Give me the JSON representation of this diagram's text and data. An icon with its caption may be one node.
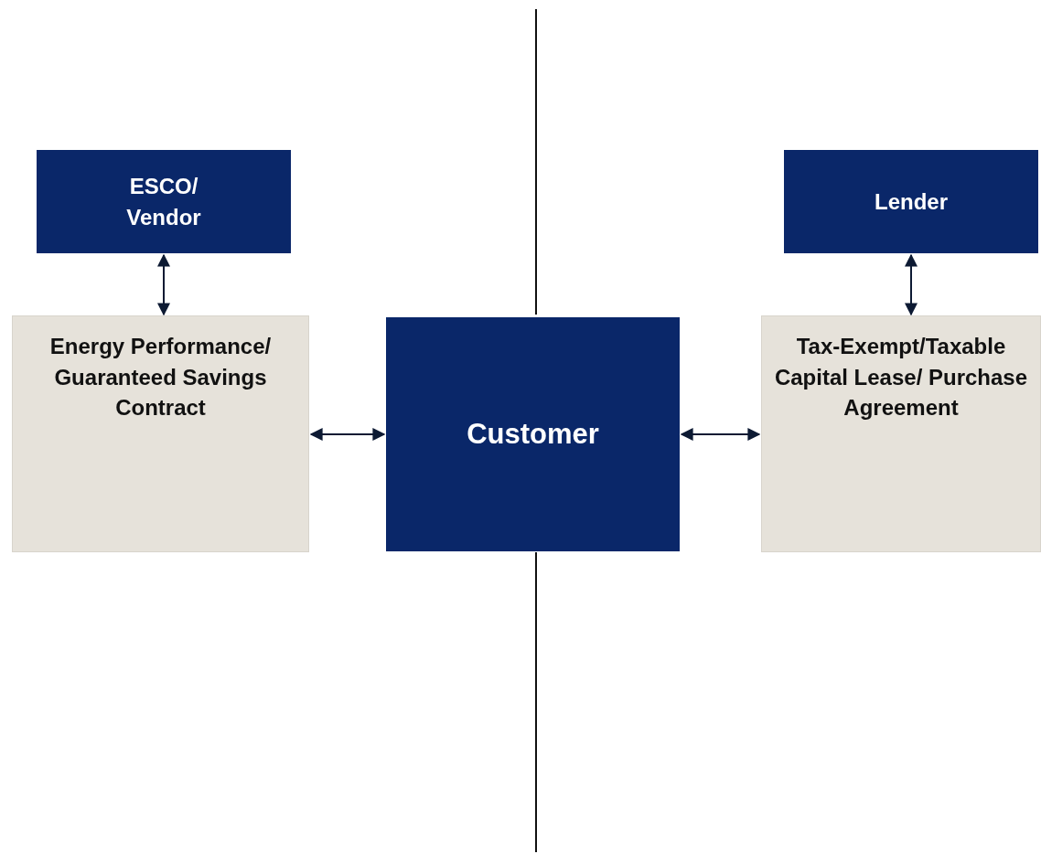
{
  "diagram": {
    "nodes": [
      {
        "text": [
          "ESCO/ Vendor"
        ]
      },
      {
        "text": [
          "Energy Performance/ Guaranteed Savings Contract"
        ]
      },
      {
        "text": [
          "Customer"
        ]
      },
      {
        "text": [
          "Lender"
        ]
      },
      {
        "text": [
          "Tax-Exempt/Taxable Capital Lease/ Purchase Agreement"
        ]
      }
    ],
    "edges": [
      {
        "from": 0,
        "to": 1,
        "arrow": "both"
      },
      {
        "from": 1,
        "to": 2,
        "arrow": "both"
      },
      {
        "from": 2,
        "to": 4,
        "arrow": "both"
      },
      {
        "from": 3,
        "to": 4,
        "arrow": "both"
      }
    ]
  }
}
